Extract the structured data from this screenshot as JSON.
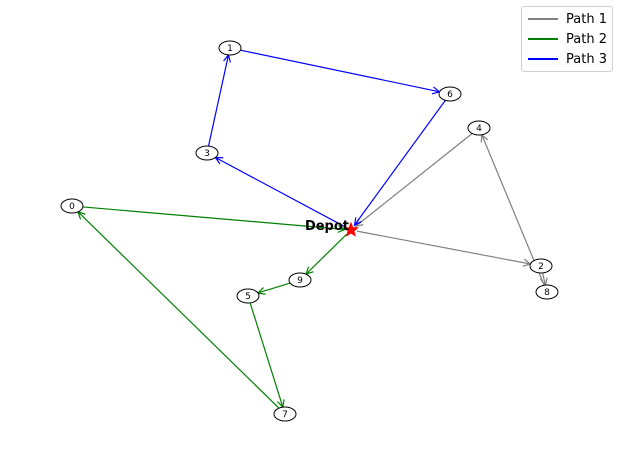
{
  "graph": {
    "depot_label": "Depot",
    "nodes": [
      {
        "id": "0"
      },
      {
        "id": "1"
      },
      {
        "id": "2"
      },
      {
        "id": "3"
      },
      {
        "id": "4"
      },
      {
        "id": "5"
      },
      {
        "id": "6"
      },
      {
        "id": "7"
      },
      {
        "id": "8"
      },
      {
        "id": "9"
      }
    ],
    "paths": [
      {
        "name": "Path 1",
        "color": "#808080",
        "sequence": [
          "Depot",
          "2",
          "8",
          "4",
          "Depot"
        ]
      },
      {
        "name": "Path 2",
        "color": "#008000",
        "sequence": [
          "Depot",
          "9",
          "5",
          "7",
          "0",
          "Depot"
        ]
      },
      {
        "name": "Path 3",
        "color": "#0000ff",
        "sequence": [
          "Depot",
          "3",
          "1",
          "6",
          "Depot"
        ]
      }
    ],
    "depot_marker_color": "#ff0000"
  }
}
